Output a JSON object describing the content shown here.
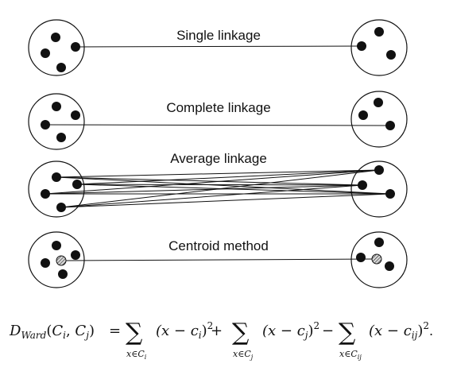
{
  "methods": [
    {
      "label": "Single linkage"
    },
    {
      "label": "Complete linkage"
    },
    {
      "label": "Average linkage"
    },
    {
      "label": "Centroid method"
    }
  ],
  "formula": {
    "lhs_D": "D",
    "lhs_sub": "Ward",
    "lhs_args_open": "(",
    "Ci_C": "C",
    "Ci_sub": "i",
    "comma": ", ",
    "Cj_C": "C",
    "Cj_sub": "j",
    "lhs_args_close": ")",
    "equals": "=",
    "sigma": "∑",
    "term1_body": "(x − c",
    "term1_sub": "i",
    "term1_close": ")",
    "term2_body": "(x − c",
    "term2_sub": "j",
    "term2_close": ")",
    "term3_body": "(x − c",
    "term3_sub": "ij",
    "term3_close": ")",
    "square": "2",
    "plus": "+",
    "minus": "−",
    "under1_x": "x∈C",
    "under1_sub": "i",
    "under2_x": "x∈C",
    "under2_sub": "j",
    "under3_x": "x∈C",
    "under3_sub": "ij",
    "trailing_dot": "."
  },
  "colors": {
    "ink": "#111111",
    "centroid_fill": "#bdbdbd"
  }
}
